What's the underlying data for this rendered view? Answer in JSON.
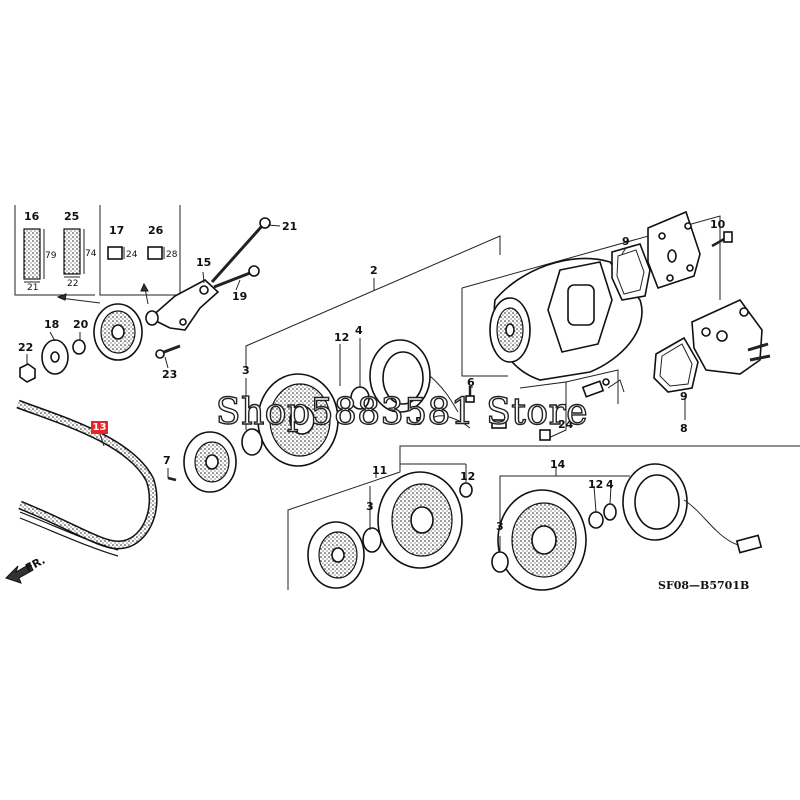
{
  "callouts": {
    "c16": "16",
    "c25": "25",
    "c17": "17",
    "c26": "26",
    "c21": "21",
    "c15": "15",
    "c19": "19",
    "c2": "2",
    "c9a": "9",
    "c10": "10",
    "c18": "18",
    "c20": "20",
    "c22": "22",
    "c23": "23",
    "c12a": "12",
    "c4a": "4",
    "c3a": "3",
    "c6": "6",
    "c5": "5",
    "c24": "24",
    "c9b": "9",
    "c8": "8",
    "c13": "13",
    "c7": "7",
    "c11": "11",
    "c12b": "12",
    "c3b": "3",
    "c14": "14",
    "c12c": "12",
    "c4b": "4",
    "c3c": "3"
  },
  "dimensions": {
    "d79": "79",
    "d21": "21",
    "d74": "74",
    "d22": "22",
    "d24": "24",
    "d28": "28"
  },
  "direction_label": "FR.",
  "diagram_code": "SF08—B5701B",
  "watermark": "Shop5883581 Store"
}
